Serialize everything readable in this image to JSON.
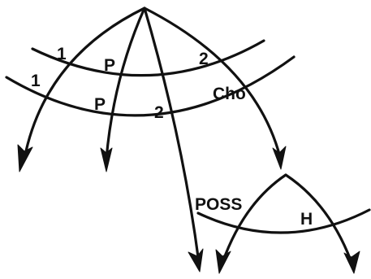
{
  "labels": {
    "upper_arc_left": "1",
    "upper_arc_middle": "P",
    "upper_arc_right": "2",
    "lower_arc_left": "1",
    "lower_arc_middle": "P",
    "lower_arc_right_center": "2",
    "lower_arc_far_right": "Cho",
    "small_tree_left": "POSS",
    "small_tree_right": "H"
  },
  "colors": {
    "ink": "#111111",
    "background": "#ffffff"
  }
}
